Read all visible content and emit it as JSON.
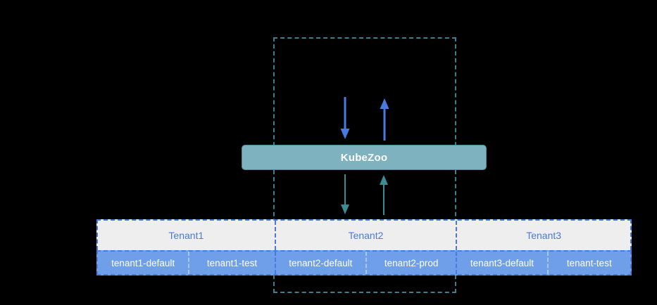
{
  "diagram": {
    "background_color": "#000000",
    "scope_box": {
      "name": "kubezoo-scope",
      "border_color": "#3d7f8c",
      "style": "dashed"
    },
    "gateway": {
      "label": "KubeZoo",
      "fill_color": "#7fb2bf",
      "border_color": "#4a8b99",
      "text_color": "#ffffff"
    },
    "arrows": [
      {
        "name": "request-in-arrow",
        "direction": "down",
        "color": "#4a7ae0",
        "position": "above-gateway-left"
      },
      {
        "name": "response-out-arrow",
        "direction": "up",
        "color": "#4a7ae0",
        "position": "above-gateway-right"
      },
      {
        "name": "forward-down-arrow",
        "direction": "down",
        "color": "#3d8b96",
        "position": "below-gateway-left"
      },
      {
        "name": "return-up-arrow",
        "direction": "up",
        "color": "#3d8b96",
        "position": "below-gateway-right"
      }
    ],
    "tenant_table": {
      "header_bg": "#eeeeee",
      "header_text_color": "#4a7ae0",
      "namespace_bg": "#6f9fe8",
      "namespace_text_color": "#ffffff",
      "border_color": "#4a7ae0",
      "tenants": [
        {
          "label": "Tenant1",
          "namespaces": [
            "tenant1-default",
            "tenant1-test"
          ]
        },
        {
          "label": "Tenant2",
          "namespaces": [
            "tenant2-default",
            "tenant2-prod"
          ]
        },
        {
          "label": "Tenant3",
          "namespaces": [
            "tenant3-default",
            "tenant-test"
          ]
        }
      ]
    }
  }
}
